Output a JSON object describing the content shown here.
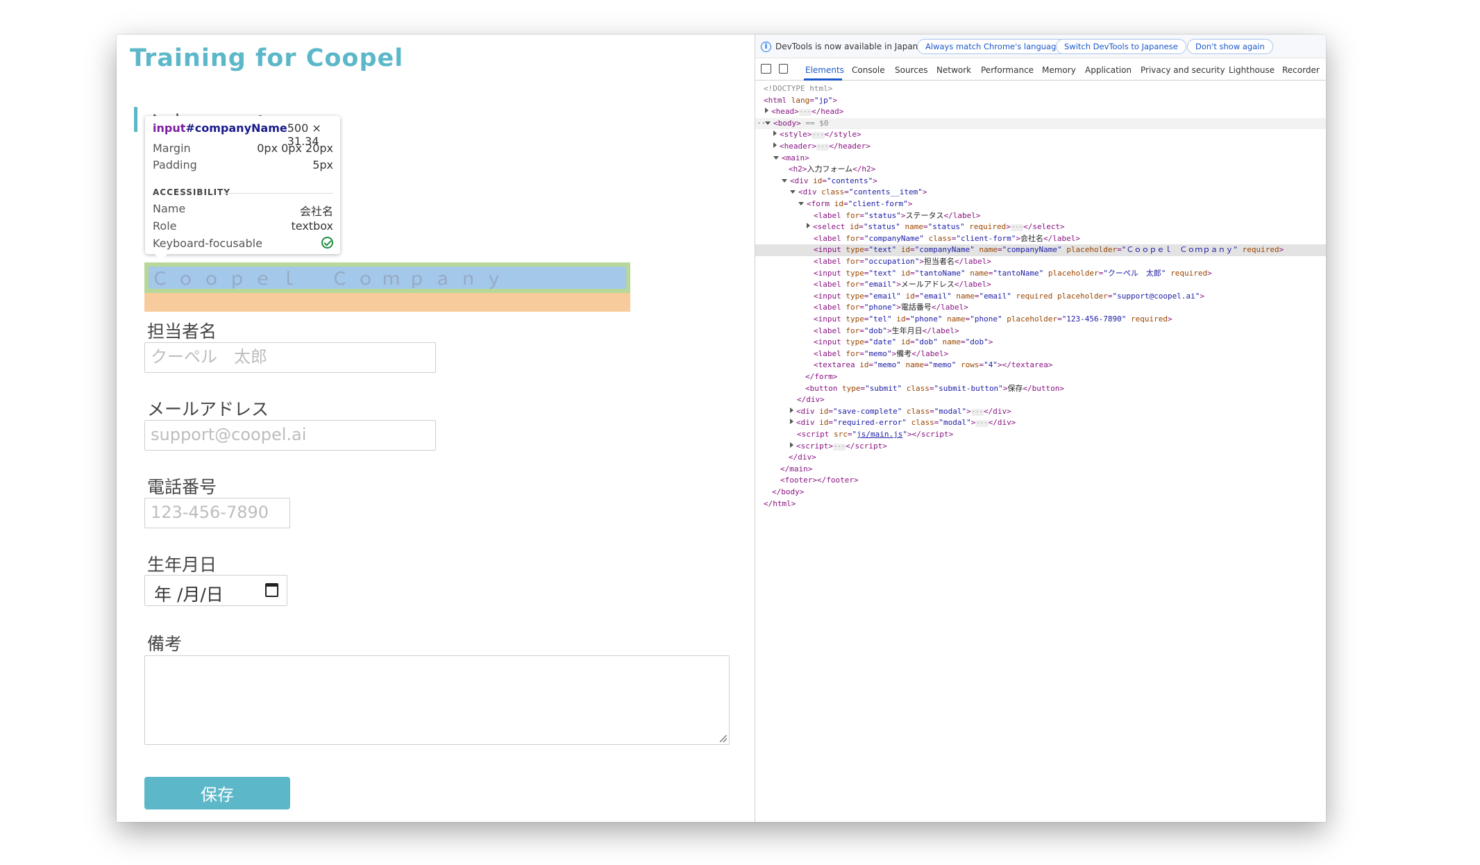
{
  "page": {
    "site_title": "Training for Coopel",
    "form_heading": "入力フォーム",
    "fields": {
      "company_placeholder": "Ｃｏｏｐｅｌ　Ｃｏｍｐａｎｙ",
      "tanto_label": "担当者名",
      "tanto_placeholder": "クーペル　太郎",
      "email_label": "メールアドレス",
      "email_placeholder": "support@coopel.ai",
      "phone_label": "電話番号",
      "phone_placeholder": "123-456-7890",
      "dob_label": "生年月日",
      "dob_value": "年 /月/日",
      "memo_label": "備考"
    },
    "save_button": "保存"
  },
  "tooltip": {
    "selector_tag": "input",
    "selector_id": "#companyName",
    "size": "500 × 31.34",
    "margin_label": "Margin",
    "margin_value": "0px 0px 20px",
    "padding_label": "Padding",
    "padding_value": "5px",
    "section": "ACCESSIBILITY",
    "name_label": "Name",
    "name_value": "会社名",
    "role_label": "Role",
    "role_value": "textbox",
    "focus_label": "Keyboard-focusable"
  },
  "devtools": {
    "info_text": "DevTools is now available in Japanese!",
    "pill_match": "Always match Chrome's language",
    "pill_switch": "Switch DevTools to Japanese",
    "pill_dont": "Don't show again",
    "tabs": [
      "Elements",
      "Console",
      "Sources",
      "Network",
      "Performance",
      "Memory",
      "Application",
      "Privacy and security",
      "Lighthouse",
      "Recorder"
    ],
    "dom_lines": [
      {
        "indent": 0,
        "tri": "",
        "html": "<span class='tok-cmt'>&lt;!DOCTYPE html&gt;</span>"
      },
      {
        "indent": 0,
        "tri": "",
        "html": "&lt;html <span class='tok-attr'>lang</span>=<span class='tok-val'>\"jp\"</span>&gt;"
      },
      {
        "indent": 1,
        "tri": "closed",
        "html": "&lt;head&gt;<span class='dots'>···</span>&lt;/head&gt;"
      },
      {
        "indent": 1,
        "tri": "open",
        "html": "&lt;body&gt; <span class='tok-cmt'>== $0</span>",
        "cls": "hov",
        "prefix": "··· "
      },
      {
        "indent": 2,
        "tri": "closed",
        "html": "&lt;style&gt;<span class='dots'>···</span>&lt;/style&gt;"
      },
      {
        "indent": 2,
        "tri": "closed",
        "html": "&lt;header&gt;<span class='dots'>···</span>&lt;/header&gt;"
      },
      {
        "indent": 2,
        "tri": "open",
        "html": "&lt;main&gt;"
      },
      {
        "indent": 3,
        "tri": "",
        "html": "&lt;h2&gt;<span class='tok-text'>入力フォーム</span>&lt;/h2&gt;"
      },
      {
        "indent": 3,
        "tri": "open",
        "html": "&lt;div <span class='tok-attr'>id</span>=<span class='tok-val'>\"contents\"</span>&gt;"
      },
      {
        "indent": 4,
        "tri": "open",
        "html": "&lt;div <span class='tok-attr'>class</span>=<span class='tok-val'>\"contents__item\"</span>&gt;"
      },
      {
        "indent": 5,
        "tri": "open",
        "html": "&lt;form <span class='tok-attr'>id</span>=<span class='tok-val'>\"client-form\"</span>&gt;"
      },
      {
        "indent": 6,
        "tri": "",
        "html": "&lt;label <span class='tok-attr'>for</span>=<span class='tok-val'>\"status\"</span>&gt;<span class='tok-text'>ステータス</span>&lt;/label&gt;"
      },
      {
        "indent": 6,
        "tri": "closed",
        "html": "&lt;select <span class='tok-attr'>id</span>=<span class='tok-val'>\"status\"</span> <span class='tok-attr'>name</span>=<span class='tok-val'>\"status\"</span> <span class='tok-attr'>required</span>&gt;<span class='dots'>···</span>&lt;/select&gt;"
      },
      {
        "indent": 6,
        "tri": "",
        "html": "&lt;label <span class='tok-attr'>for</span>=<span class='tok-val'>\"companyName\"</span> <span class='tok-attr'>class</span>=<span class='tok-val'>\"client-form\"</span>&gt;<span class='tok-text'>会社名</span>&lt;/label&gt;"
      },
      {
        "indent": 6,
        "tri": "",
        "html": "&lt;input <span class='tok-attr'>type</span>=<span class='tok-val'>\"text\"</span> <span class='tok-attr'>id</span>=<span class='tok-val'>\"companyName\"</span> <span class='tok-attr'>name</span>=<span class='tok-val'>\"companyName\"</span> <span class='tok-attr'>placeholder</span>=<span class='tok-val'>\"Ｃｏｏｐｅｌ　Ｃｏｍｐａｎｙ\"</span> <span class='tok-attr'>required</span>&gt;",
        "cls": "sel"
      },
      {
        "indent": 6,
        "tri": "",
        "html": "&lt;label <span class='tok-attr'>for</span>=<span class='tok-val'>\"occupation\"</span>&gt;<span class='tok-text'>担当者名</span>&lt;/label&gt;"
      },
      {
        "indent": 6,
        "tri": "",
        "html": "&lt;input <span class='tok-attr'>type</span>=<span class='tok-val'>\"text\"</span> <span class='tok-attr'>id</span>=<span class='tok-val'>\"tantoName\"</span> <span class='tok-attr'>name</span>=<span class='tok-val'>\"tantoName\"</span> <span class='tok-attr'>placeholder</span>=<span class='tok-val'>\"クーペル　太郎\"</span> <span class='tok-attr'>required</span>&gt;"
      },
      {
        "indent": 6,
        "tri": "",
        "html": "&lt;label <span class='tok-attr'>for</span>=<span class='tok-val'>\"email\"</span>&gt;<span class='tok-text'>メールアドレス</span>&lt;/label&gt;"
      },
      {
        "indent": 6,
        "tri": "",
        "html": "&lt;input <span class='tok-attr'>type</span>=<span class='tok-val'>\"email\"</span> <span class='tok-attr'>id</span>=<span class='tok-val'>\"email\"</span> <span class='tok-attr'>name</span>=<span class='tok-val'>\"email\"</span> <span class='tok-attr'>required</span> <span class='tok-attr'>placeholder</span>=<span class='tok-val'>\"support@coopel.ai\"</span>&gt;"
      },
      {
        "indent": 6,
        "tri": "",
        "html": "&lt;label <span class='tok-attr'>for</span>=<span class='tok-val'>\"phone\"</span>&gt;<span class='tok-text'>電話番号</span>&lt;/label&gt;"
      },
      {
        "indent": 6,
        "tri": "",
        "html": "&lt;input <span class='tok-attr'>type</span>=<span class='tok-val'>\"tel\"</span> <span class='tok-attr'>id</span>=<span class='tok-val'>\"phone\"</span> <span class='tok-attr'>name</span>=<span class='tok-val'>\"phone\"</span> <span class='tok-attr'>placeholder</span>=<span class='tok-val'>\"123-456-7890\"</span> <span class='tok-attr'>required</span>&gt;"
      },
      {
        "indent": 6,
        "tri": "",
        "html": "&lt;label <span class='tok-attr'>for</span>=<span class='tok-val'>\"dob\"</span>&gt;<span class='tok-text'>生年月日</span>&lt;/label&gt;"
      },
      {
        "indent": 6,
        "tri": "",
        "html": "&lt;input <span class='tok-attr'>type</span>=<span class='tok-val'>\"date\"</span> <span class='tok-attr'>id</span>=<span class='tok-val'>\"dob\"</span> <span class='tok-attr'>name</span>=<span class='tok-val'>\"dob\"</span>&gt;"
      },
      {
        "indent": 6,
        "tri": "",
        "html": "&lt;label <span class='tok-attr'>for</span>=<span class='tok-val'>\"memo\"</span>&gt;<span class='tok-text'>備考</span>&lt;/label&gt;"
      },
      {
        "indent": 6,
        "tri": "",
        "html": "&lt;textarea <span class='tok-attr'>id</span>=<span class='tok-val'>\"memo\"</span> <span class='tok-attr'>name</span>=<span class='tok-val'>\"memo\"</span> <span class='tok-attr'>rows</span>=<span class='tok-val'>\"4\"</span>&gt;&lt;/textarea&gt;"
      },
      {
        "indent": 5,
        "tri": "",
        "html": "&lt;/form&gt;"
      },
      {
        "indent": 5,
        "tri": "",
        "html": "&lt;button <span class='tok-attr'>type</span>=<span class='tok-val'>\"submit\"</span> <span class='tok-attr'>class</span>=<span class='tok-val'>\"submit-button\"</span>&gt;<span class='tok-text'>保存</span>&lt;/button&gt;"
      },
      {
        "indent": 4,
        "tri": "",
        "html": "&lt;/div&gt;"
      },
      {
        "indent": 4,
        "tri": "closed",
        "html": "&lt;div <span class='tok-attr'>id</span>=<span class='tok-val'>\"save-complete\"</span> <span class='tok-attr'>class</span>=<span class='tok-val'>\"modal\"</span>&gt;<span class='dots'>···</span>&lt;/div&gt;"
      },
      {
        "indent": 4,
        "tri": "closed",
        "html": "&lt;div <span class='tok-attr'>id</span>=<span class='tok-val'>\"required-error\"</span> <span class='tok-attr'>class</span>=<span class='tok-val'>\"modal\"</span>&gt;<span class='dots'>···</span>&lt;/div&gt;"
      },
      {
        "indent": 4,
        "tri": "",
        "html": "&lt;script <span class='tok-attr'>src</span>=<span class='tok-val'>\"<span class='tok-link'>js/main.js</span>\"</span>&gt;&lt;/script&gt;"
      },
      {
        "indent": 4,
        "tri": "closed",
        "html": "&lt;script&gt;<span class='dots'>···</span>&lt;/script&gt;"
      },
      {
        "indent": 3,
        "tri": "",
        "html": "&lt;/div&gt;"
      },
      {
        "indent": 2,
        "tri": "",
        "html": "&lt;/main&gt;"
      },
      {
        "indent": 2,
        "tri": "",
        "html": "&lt;footer&gt;&lt;/footer&gt;"
      },
      {
        "indent": 1,
        "tri": "",
        "html": "&lt;/body&gt;"
      },
      {
        "indent": 0,
        "tri": "",
        "html": "&lt;/html&gt;"
      }
    ]
  }
}
